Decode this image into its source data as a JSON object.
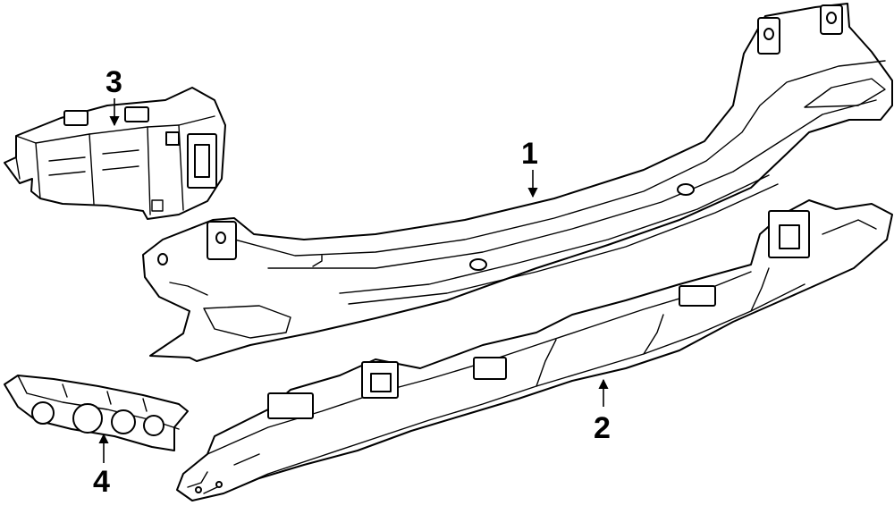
{
  "diagram": {
    "line_color": "#000000",
    "background": "#ffffff",
    "callouts": [
      {
        "id": "1",
        "label": "1"
      },
      {
        "id": "2",
        "label": "2"
      },
      {
        "id": "3",
        "label": "3"
      },
      {
        "id": "4",
        "label": "4"
      }
    ]
  }
}
